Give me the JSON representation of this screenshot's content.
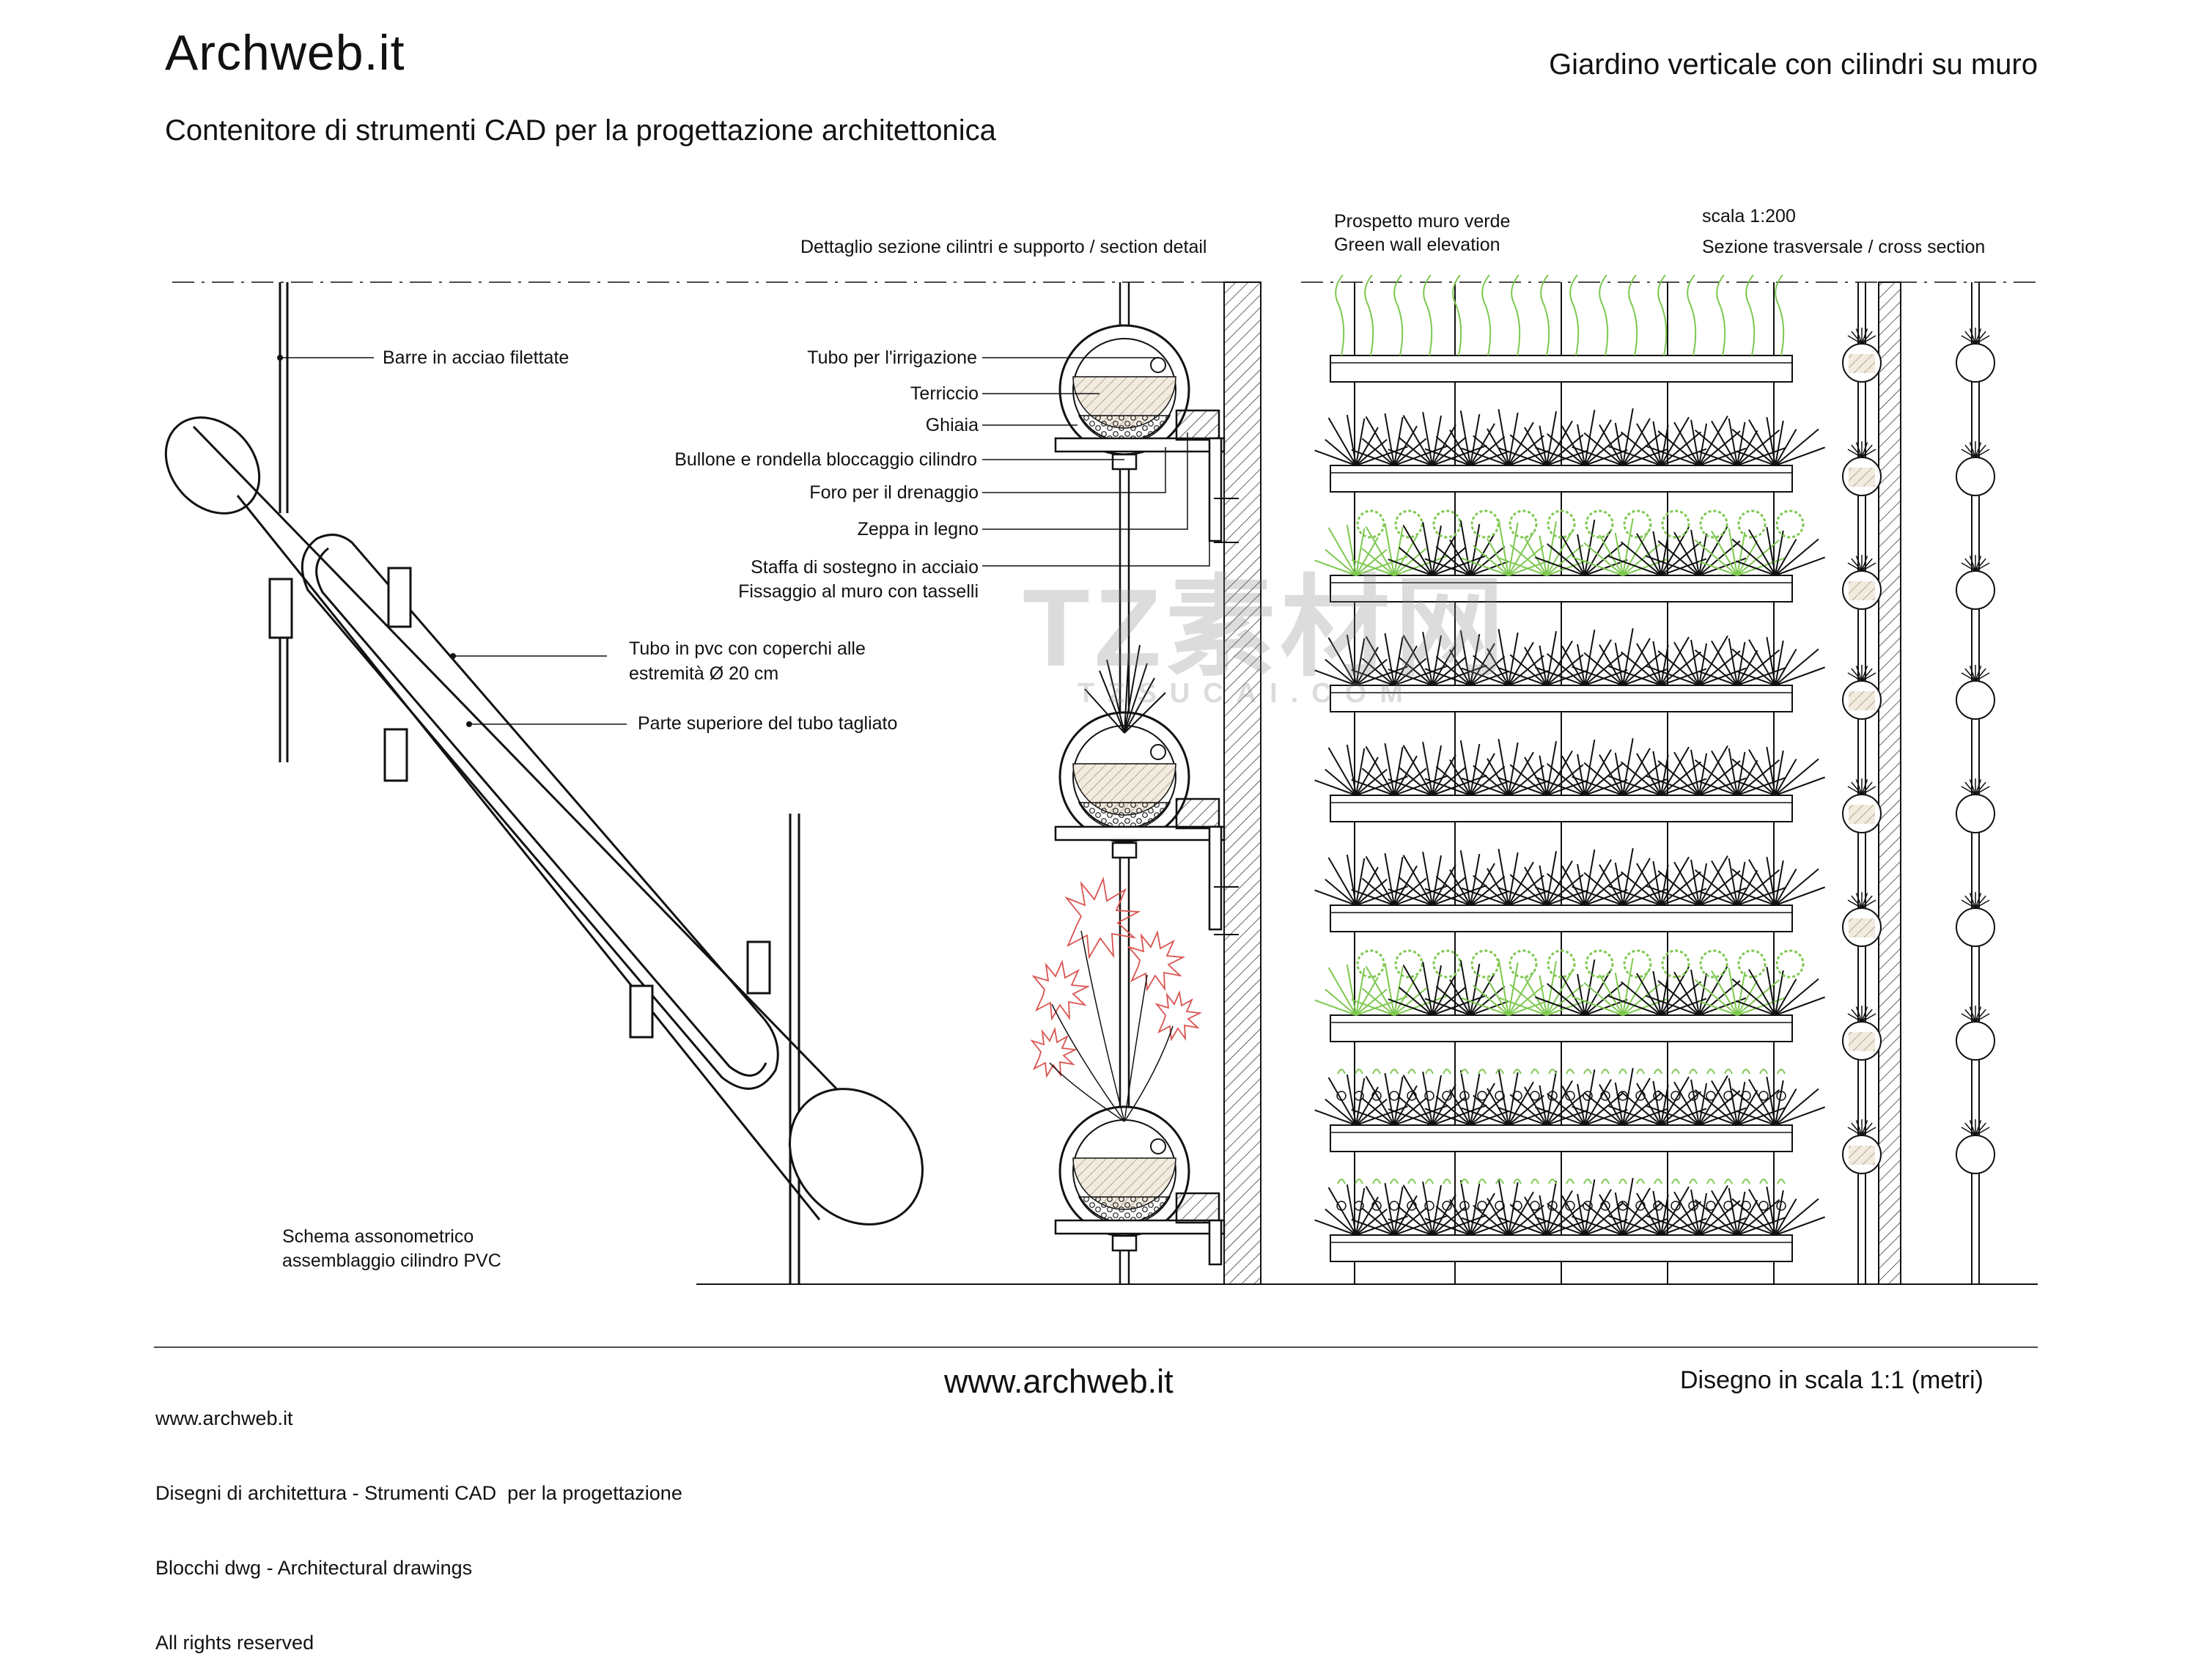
{
  "header": {
    "brand": "Archweb.it",
    "drawing_title": "Giardino verticale con cilindri su muro",
    "subtitle": "Contenitore di strumenti CAD per la progettazione architettonica"
  },
  "sections": {
    "section_detail": "Dettaglio sezione cilintri e supporto  / section detail",
    "elevation_it": "Prospetto muro verde",
    "elevation_en": "Green wall elevation",
    "scale": "scala 1:200",
    "cross_section": "Sezione trasversale  /  cross section"
  },
  "axonometric_labels": {
    "bars": "Barre in acciao filettate",
    "pvc_tube_1": "Tubo in pvc con coperchi alle",
    "pvc_tube_2": "estremità  Ø 20 cm",
    "tube_cut": "Parte superiore del tubo tagliato",
    "caption_1": "Schema assonometrico",
    "caption_2": "assemblaggio cilindro PVC"
  },
  "detail_labels": {
    "irrigation": "Tubo per l'irrigazione",
    "soil": "Terriccio",
    "gravel": "Ghiaia",
    "bolt": "Bullone e rondella bloccaggio cilindro",
    "drain": "Foro per il drenaggio",
    "wedge": "Zeppa in legno",
    "bracket_1": "Staffa di sostegno in acciaio",
    "bracket_2": "Fissaggio al muro con tasselli"
  },
  "footer": {
    "lines": [
      "www.archweb.it",
      "Disegni di architettura - Strumenti CAD  per la progettazione",
      "Blocchi dwg - Architectural drawings",
      "All rights reserved"
    ],
    "url": "www.archweb.it",
    "scale_note": "Disegno in scala 1:1 (metri)"
  },
  "watermark": {
    "main": "TZ素材网",
    "sub": "TZSUCAI.COM"
  },
  "colors": {
    "ink": "#111111",
    "plant_green": "#7ec850",
    "flower_red": "#d9534f",
    "soil_fill": "#f1ebe0"
  }
}
